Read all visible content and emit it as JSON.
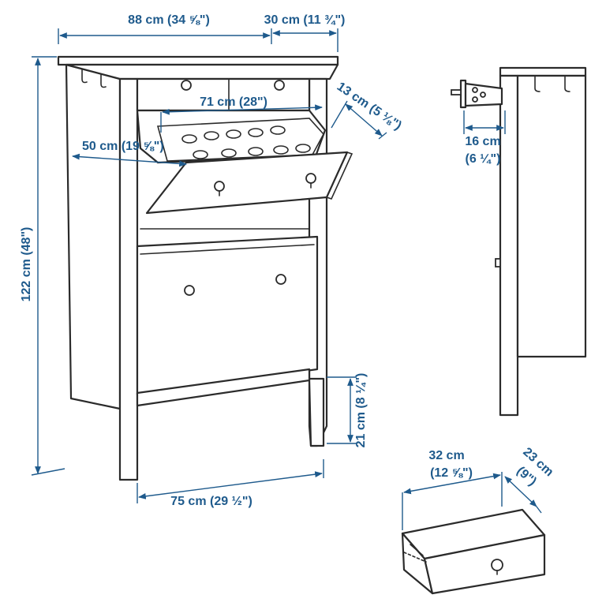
{
  "diagram": {
    "accent_color": "#1e5a8c",
    "line_color": "#2b2b2b",
    "dimensions": {
      "overall_width": "88 cm (34 ⅝\")",
      "overall_depth": "30 cm (11 ¾\")",
      "inner_width": "71 cm (28\")",
      "compartment_depth": "13 cm (5 ⅛\")",
      "flap_opening": "50 cm (19 ⅝\")",
      "overall_height": "122 cm (48\")",
      "leg_height": "21 cm (8 ¼\")",
      "leg_span": "75 cm (29 ½\")",
      "wall_clearance_cm": "16 cm",
      "wall_clearance_in": "(6 ¼\")",
      "drawer_width_cm": "32 cm",
      "drawer_width_in": "(12 ⅝\")",
      "drawer_depth_cm": "23 cm",
      "drawer_depth_in": "(9\")"
    }
  }
}
